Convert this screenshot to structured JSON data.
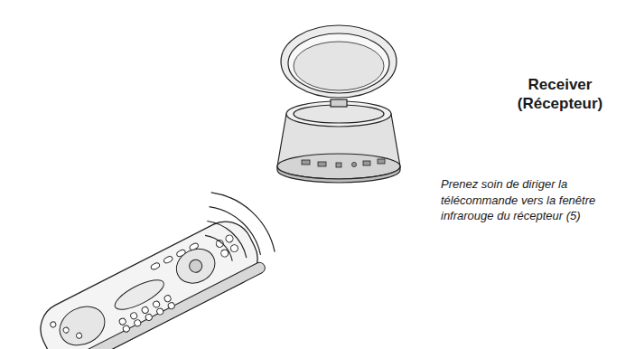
{
  "diagram": {
    "labels": [
      "Receiver",
      "(Récepteur)",
      "Prenez soin de diriger la télécommande vers la fenêtre infrarouge du récepteur (5)"
    ]
  }
}
